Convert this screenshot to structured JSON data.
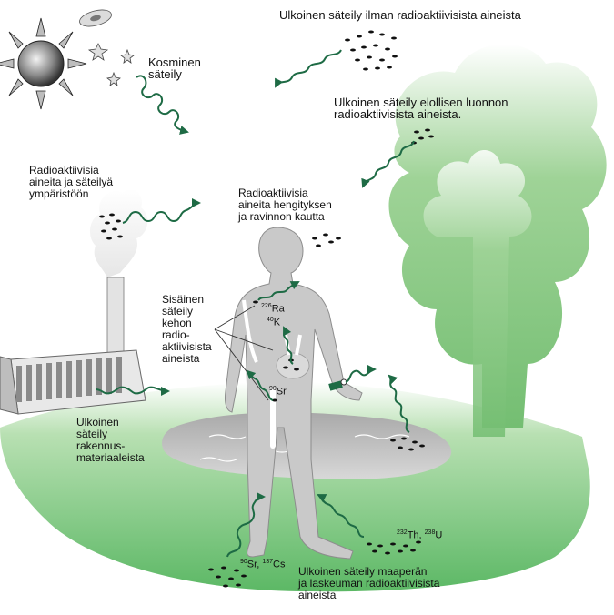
{
  "labels": {
    "external_no_radioactive": "Ulkoinen säteily ilman radioaktiivisista aineista",
    "cosmic": "Kosminen\nsäteily",
    "external_living_nature": "Ulkoinen säteily elollisen luonnon\nradioaktiivisista aineista.",
    "emissions": "Radioaktiivisia\naineita ja säteilyä\nympäristöön",
    "inhalation_food": "Radioaktiivisia\naineita hengityksen\nja ravinnon kautta",
    "internal": "Sisäinen\nsäteily\nkehon\nradio-\naktiivisista\naineista",
    "building_materials": "Ulkoinen\nsäteily\nrakennus-\nmateriaaleista",
    "soil_fallout": "Ulkoinen säteily maaperän\nja laskeuman radioaktiivisista\naineista"
  },
  "isotopes": {
    "ra": {
      "mass": "226",
      "symbol": "Ra"
    },
    "k": {
      "mass": "40",
      "symbol": "K"
    },
    "sr": {
      "mass": "90",
      "symbol": "Sr"
    },
    "th": {
      "mass": "232",
      "symbol": "Th,"
    },
    "u": {
      "mass": "238",
      "symbol": "U"
    },
    "sr_soil": {
      "mass": "90",
      "symbol": "Sr,"
    },
    "cs_soil": {
      "mass": "137",
      "symbol": "Cs"
    }
  },
  "colors": {
    "arrow": "#1e6b45",
    "ground": "#6fbf72",
    "tree": "#8ecb88",
    "body": "#c8c8c8",
    "water": "#b9b9b9"
  }
}
